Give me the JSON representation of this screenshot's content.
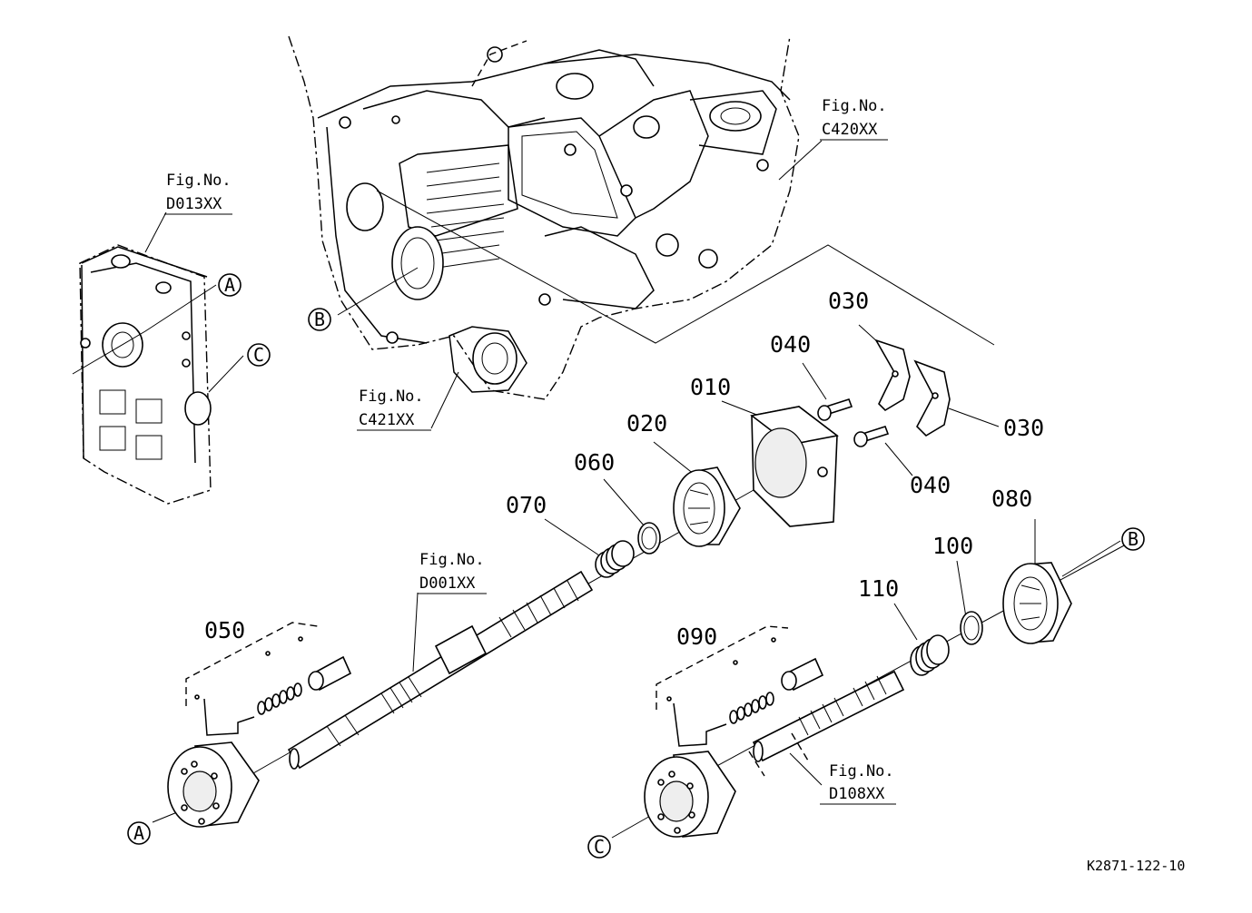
{
  "callouts": {
    "p010": "010",
    "p020": "020",
    "p030a": "030",
    "p030b": "030",
    "p040a": "040",
    "p040b": "040",
    "p050": "050",
    "p060": "060",
    "p070": "070",
    "p080": "080",
    "p090": "090",
    "p100": "100",
    "p110": "110"
  },
  "figrefs": {
    "fig_prefix": "Fig.No.",
    "c420": "C420XX",
    "d013": "D013XX",
    "c421": "C421XX",
    "d001": "D001XX",
    "d108": "D108XX"
  },
  "connectors": {
    "A": "A",
    "B": "B",
    "C": "C"
  },
  "footer": {
    "code": "K2871-122-10"
  }
}
